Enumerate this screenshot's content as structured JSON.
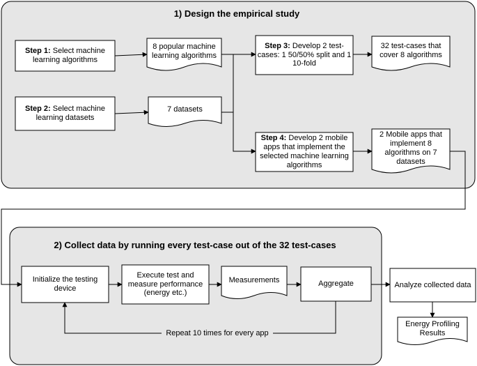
{
  "sections": {
    "design_title": "1) Design the empirical study",
    "collect_title": "2) Collect data by running every test-case out of the 32 test-cases"
  },
  "nodes": {
    "step1": {
      "prefix": "Step 1:",
      "text": " Select machine learning algorithms"
    },
    "step2": {
      "prefix": "Step 2:",
      "text": " Select machine learning datasets"
    },
    "algorithms_doc": {
      "text": "8 popular machine learning algorithms"
    },
    "datasets_doc": {
      "text": "7 datasets"
    },
    "step3": {
      "prefix": "Step 3:",
      "text": " Develop 2 test-cases: 1 50/50% split and 1 10-fold"
    },
    "step4": {
      "prefix": "Step 4:",
      "text": " Develop 2 mobile apps that implement the selected machine learning algorithms"
    },
    "testcases_doc": {
      "text": "32 test-cases that cover 8 algorithms"
    },
    "apps_doc": {
      "text": "2 Mobile apps that implement 8 algorithms on 7 datasets"
    },
    "init_device": {
      "text": "Initialize the testing device"
    },
    "execute_test": {
      "text": "Execute test and measure performance (energy etc.)"
    },
    "measurements_doc": {
      "text": "Measurements"
    },
    "aggregate": {
      "text": "Aggregate"
    },
    "analyze": {
      "text": "Analyze collected data"
    },
    "energy_results_doc": {
      "text": "Energy Profiling Results"
    }
  },
  "loop_label": "Repeat 10 times for every app"
}
